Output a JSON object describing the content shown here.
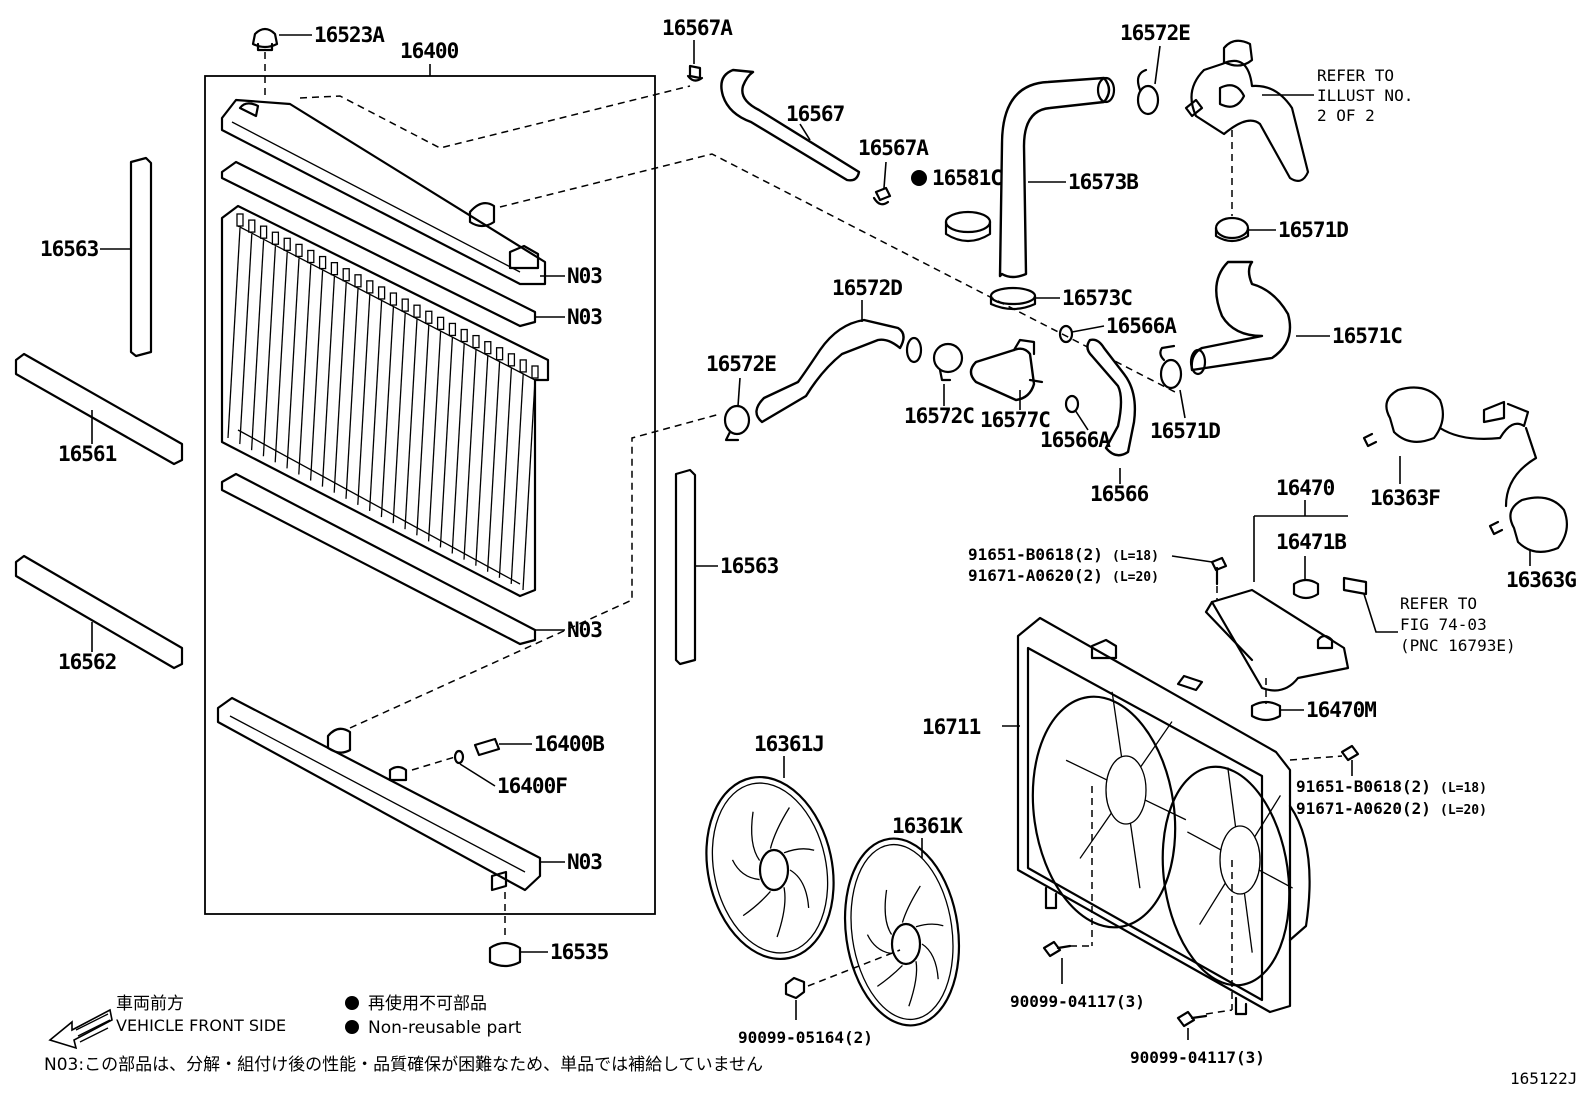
{
  "labels": {
    "p16523A": "16523A",
    "p16400": "16400",
    "p16563a": "16563",
    "p16561": "16561",
    "p16562": "16562",
    "p16563b": "16563",
    "pN03a": "N03",
    "pN03b": "N03",
    "pN03c": "N03",
    "pN03d": "N03",
    "p16400B": "16400B",
    "p16400F": "16400F",
    "p16535": "16535",
    "p16567A_top": "16567A",
    "p16567": "16567",
    "p16567A_mid": "16567A",
    "p16581C": "16581C",
    "p16573B": "16573B",
    "p16572E_top": "16572E",
    "p16571D_top": "16571D",
    "p16573C": "16573C",
    "p16566A_top": "16566A",
    "p16571C": "16571C",
    "p16572D": "16572D",
    "p16572E_left": "16572E",
    "p16572C": "16572C",
    "p16577C": "16577C",
    "p16566A_bot": "16566A",
    "p16566": "16566",
    "p16571D_bot": "16571D",
    "p16363F": "16363F",
    "p16363G": "16363G",
    "p16470": "16470",
    "p16471B": "16471B",
    "p16470M": "16470M",
    "p16711": "16711",
    "p16361J": "16361J",
    "p16361K": "16361K"
  },
  "bolts_top": {
    "line1": "91651-B0618(2)",
    "len1": "(L=18)",
    "line2": "91671-A0620(2)",
    "len2": "(L=20)"
  },
  "bolts_right": {
    "line1": "91651-B0618(2)",
    "len1": "(L=18)",
    "line2": "91671-A0620(2)",
    "len2": "(L=20)"
  },
  "fasteners": {
    "f1": "90099-05164(2)",
    "f2": "90099-04117(3)",
    "f3": "90099-04117(3)"
  },
  "refer1": [
    "REFER TO",
    "ILLUST NO.",
    "2 OF 2"
  ],
  "refer2": [
    "REFER TO",
    "FIG 74-03",
    "(PNC 16793E)"
  ],
  "legend": {
    "front_jp": "車両前方",
    "front_en": "VEHICLE FRONT SIDE",
    "nonreuse_jp": "再使用不可部品",
    "nonreuse_en": "Non-reusable part"
  },
  "footnote": "N03:この部品は、分解・組付け後の性能・品質確保が困難なため、単品では補給していません",
  "diagram_id": "165122J"
}
